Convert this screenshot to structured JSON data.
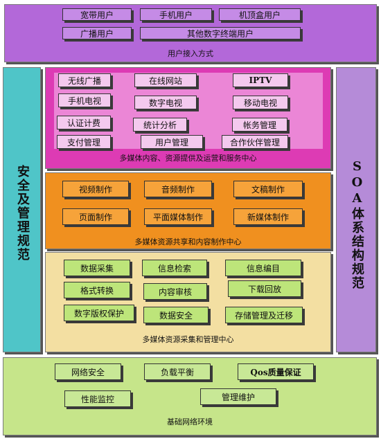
{
  "access": {
    "caption": "用户接入方式",
    "items": [
      "宽带用户",
      "手机用户",
      "机顶盒用户",
      "广播用户",
      "其他数字终端用户"
    ]
  },
  "left_pillar": {
    "label": "安全及管理规范"
  },
  "right_pillar": {
    "label": "SOA体系结构规范"
  },
  "media_center": {
    "caption": "多媒体内容、资源提供及运营和服务中心",
    "items": [
      "无线广播",
      "在线网站",
      "IPTV",
      "手机电视",
      "数字电视",
      "移动电视",
      "认证计费",
      "统计分析",
      "帐务管理",
      "支付管理",
      "用户管理",
      "合作伙伴管理"
    ]
  },
  "production_center": {
    "caption": "多媒体资源共享和内容制作中心",
    "items": [
      "视频制作",
      "音频制作",
      "文稿制作",
      "页面制作",
      "平面媒体制作",
      "新媒体制作"
    ]
  },
  "collection_center": {
    "caption": "多媒体资源采集和管理中心",
    "items": [
      "数据采集",
      "信息检索",
      "信息编目",
      "格式转换",
      "内容审核",
      "下载回放",
      "数字版权保护",
      "数据安全",
      "存储管理及迁移"
    ]
  },
  "network": {
    "caption": "基础网络环境",
    "items": [
      "网络安全",
      "负载平衡",
      "Qos质量保证",
      "性能监控",
      "管理维护"
    ]
  },
  "colors": {
    "access_bg": "#b368d9",
    "access_box": "#c58be6",
    "pillar_left": "#4fc5c8",
    "pillar_right": "#b58bd8",
    "media_bg": "#dd3bb4",
    "media_inner": "#eb86d6",
    "media_box": "#f4c9ee",
    "production_bg": "#f0901f",
    "production_box": "#f6a33a",
    "collection_bg": "#f3dfa2",
    "collection_box": "#bde57a",
    "network_bg": "#c6e58a",
    "network_box": "#c8e896"
  }
}
